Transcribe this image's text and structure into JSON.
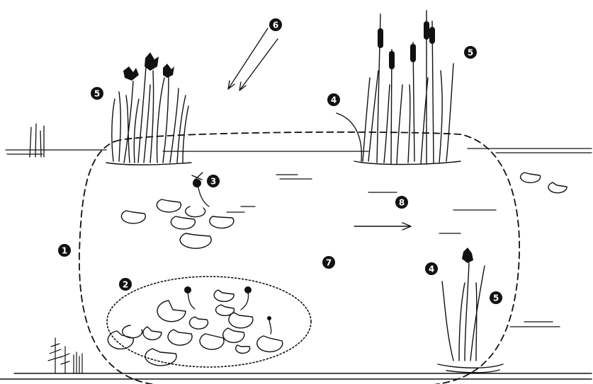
{
  "diagram": {
    "callouts": [
      {
        "id": "callout-1",
        "label": "1"
      },
      {
        "id": "callout-2",
        "label": "2"
      },
      {
        "id": "callout-3",
        "label": "3"
      },
      {
        "id": "callout-4a",
        "label": "4"
      },
      {
        "id": "callout-4b",
        "label": "4"
      },
      {
        "id": "callout-5a",
        "label": "5"
      },
      {
        "id": "callout-5b",
        "label": "5"
      },
      {
        "id": "callout-5c",
        "label": "5"
      },
      {
        "id": "callout-6",
        "label": "6"
      },
      {
        "id": "callout-7",
        "label": "7"
      },
      {
        "id": "callout-8",
        "label": "8"
      }
    ]
  }
}
